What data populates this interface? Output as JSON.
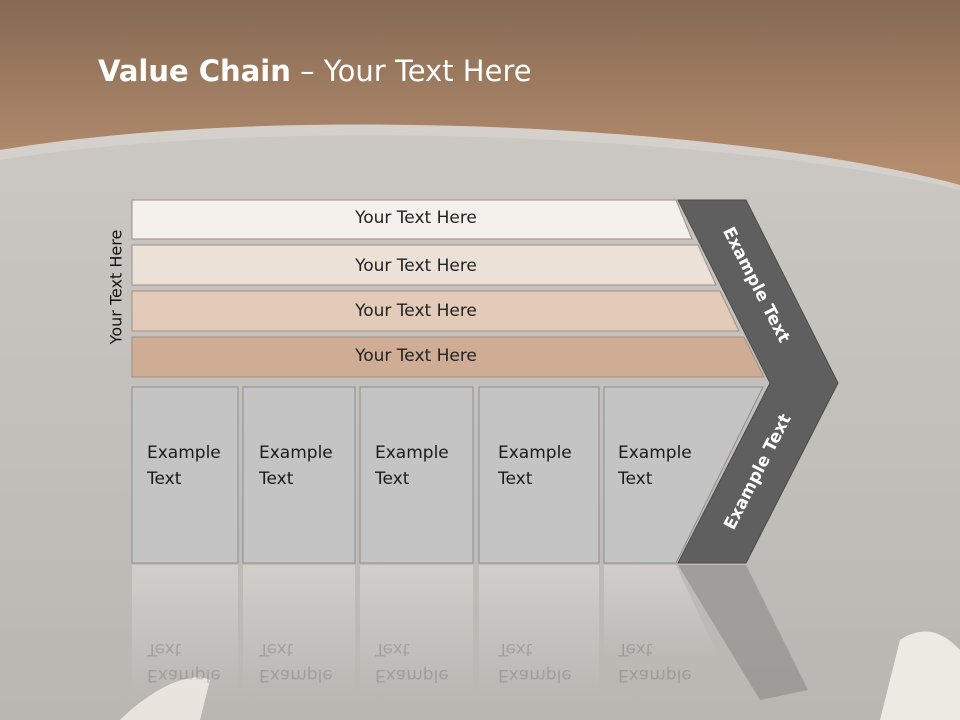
{
  "slide": {
    "title_bold": "Value Chain",
    "title_rest": " – Your Text Here",
    "side_label": "Your Text Here"
  },
  "rows": [
    {
      "label": "Your Text Here",
      "color": "#f4f0ec"
    },
    {
      "label": "Your Text Here",
      "color": "#ece1d7"
    },
    {
      "label": "Your Text Here",
      "color": "#e2cbb9"
    },
    {
      "label": "Your Text Here",
      "color": "#cfac94"
    }
  ],
  "cells": [
    {
      "line1": "Example",
      "line2": "Text"
    },
    {
      "line1": "Example",
      "line2": "Text"
    },
    {
      "line1": "Example",
      "line2": "Text"
    },
    {
      "line1": "Example",
      "line2": "Text"
    },
    {
      "line1": "Example",
      "line2": "Text"
    }
  ],
  "chevron": {
    "upper_label": "Example Text",
    "lower_label": "Example Text",
    "color": "#5f5f5f"
  },
  "colors": {
    "header_brown": "#b08766",
    "cell_fill": "#c4c4c4"
  }
}
